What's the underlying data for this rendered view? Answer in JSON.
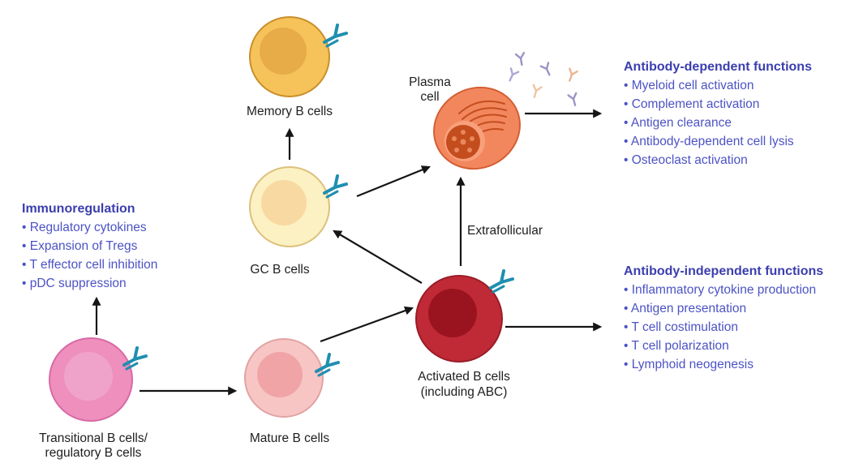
{
  "cells": {
    "transitional": {
      "label_line1": "Transitional B cells/",
      "label_line2": "regulatory B cells",
      "colors": {
        "outer": "#ee8fbe",
        "inner": "#f0a3ca",
        "edge": "#d86aa5"
      }
    },
    "mature": {
      "label": "Mature B cells",
      "colors": {
        "outer": "#f7c5c4",
        "inner": "#f0a4a6",
        "edge": "#e2a3a3"
      }
    },
    "activated": {
      "label_line1": "Activated B cells",
      "label_line2": "(including ABC)",
      "colors": {
        "outer": "#bf2a36",
        "inner": "#99141f",
        "edge": "#9a1c27"
      }
    },
    "gc": {
      "label": "GC B cells",
      "colors": {
        "outer": "#fcf1c2",
        "inner": "#f8d9a1",
        "edge": "#dcc17c"
      }
    },
    "memory": {
      "label": "Memory B cells",
      "colors": {
        "outer": "#f6c25a",
        "inner": "#e7ab47",
        "edge": "#c98f2a"
      }
    },
    "plasma": {
      "label_line1": "Plasma",
      "label_line2": "cell",
      "colors": {
        "outer": "#f2875e",
        "nucleus": "#c44d1d",
        "edge": "#d45e33"
      }
    }
  },
  "pathway_label": "Extrafollicular",
  "immunoregulation": {
    "title": "Immunoregulation",
    "items": [
      "• Regulatory cytokines",
      "• Expansion of Tregs",
      "• T effector cell inhibition",
      "• pDC suppression"
    ]
  },
  "antibody_dependent": {
    "title": "Antibody-dependent functions",
    "items": [
      "• Myeloid cell activation",
      "• Complement activation",
      "• Antigen clearance",
      "• Antibody-dependent cell lysis",
      "• Osteoclast activation"
    ]
  },
  "antibody_independent": {
    "title": "Antibody-independent functions",
    "items": [
      "• Inflammatory cytokine production",
      "• Antigen presentation",
      "• T cell costimulation",
      "• T cell polarization",
      "• Lymphoid neogenesis"
    ]
  },
  "colors": {
    "receptor": "#1f8fb0",
    "heading": "#3b3eae",
    "item": "#4c53c4",
    "arrow": "#151515"
  }
}
